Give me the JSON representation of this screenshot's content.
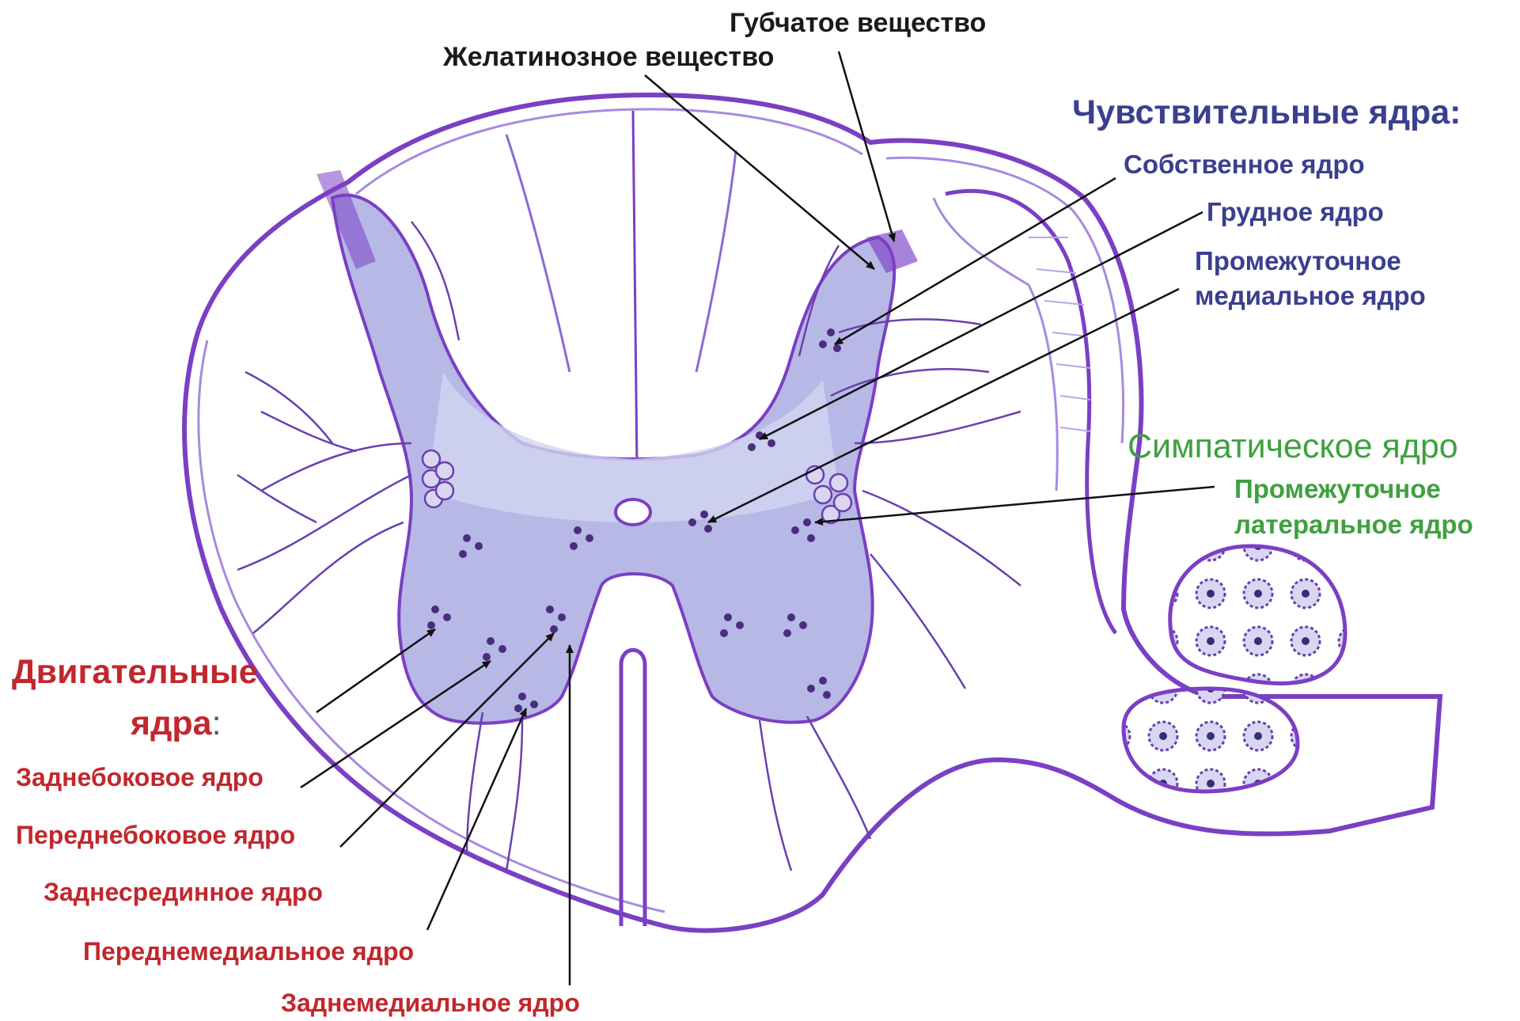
{
  "labels": {
    "gubchatoe": "Губчатое вещество",
    "zhelatinoznoe": "Желатинозное вещество",
    "sensory_heading": "Чувствительные ядра:",
    "sobstvennoe": "Собственное ядро",
    "grudnoe": "Грудное ядро",
    "prom_med_line1": "Промежуточное",
    "prom_med_line2": "медиальное ядро",
    "sympathetic_heading": "Симпатическое  ядро",
    "prom_lat_line1": "Промежуточное",
    "prom_lat_line2": "латеральное ядро",
    "motor_heading_line1": "Двигательные",
    "motor_heading_line2": "ядра",
    "motor_heading_colon": ":",
    "zadnebokovoe": "Заднебоковое ядро",
    "perednebokovoe": "Переднебоковое ядро",
    "zadneseredinnoe": "Заднесрединное ядро",
    "perednemedialnoe": "Переднемедиальное ядро",
    "zadnemedialnoe": "Заднемедиальное ядро"
  },
  "colors": {
    "outline": "#7b3fc4",
    "grey_matter": "#b7b8e6",
    "grey_matter_light": "#d2d4f1",
    "nucleus_dots": "#4b2d7e",
    "sensory": "#3a3f8f",
    "sympathetic": "#3ea13e",
    "motor": "#c1272d",
    "pointer": "#111111"
  }
}
